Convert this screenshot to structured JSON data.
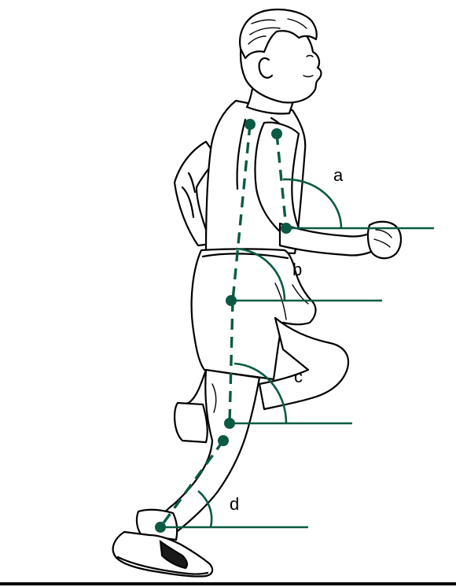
{
  "colors": {
    "marker": "#0b5a43",
    "outline": "#000000",
    "background": "#ffffff"
  },
  "angles": {
    "a": "a",
    "b": "b",
    "c": "c",
    "d": "d"
  }
}
